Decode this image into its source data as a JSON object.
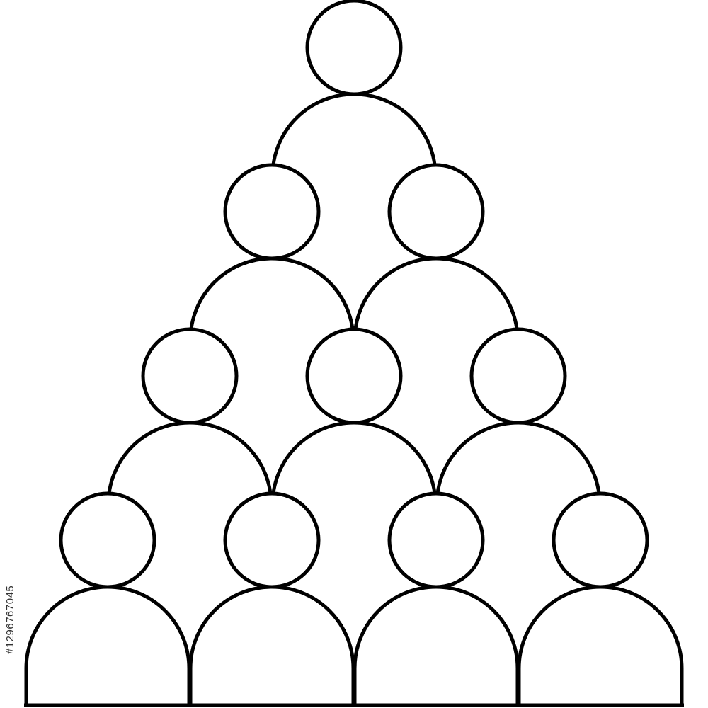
{
  "illustration": {
    "subject": "people-pyramid-icon",
    "rows": [
      1,
      2,
      3,
      4
    ],
    "colors": {
      "stroke": "#000000",
      "fill": "#ffffff",
      "background": "#ffffff"
    }
  },
  "watermark": {
    "id_text": "#1296767045"
  }
}
